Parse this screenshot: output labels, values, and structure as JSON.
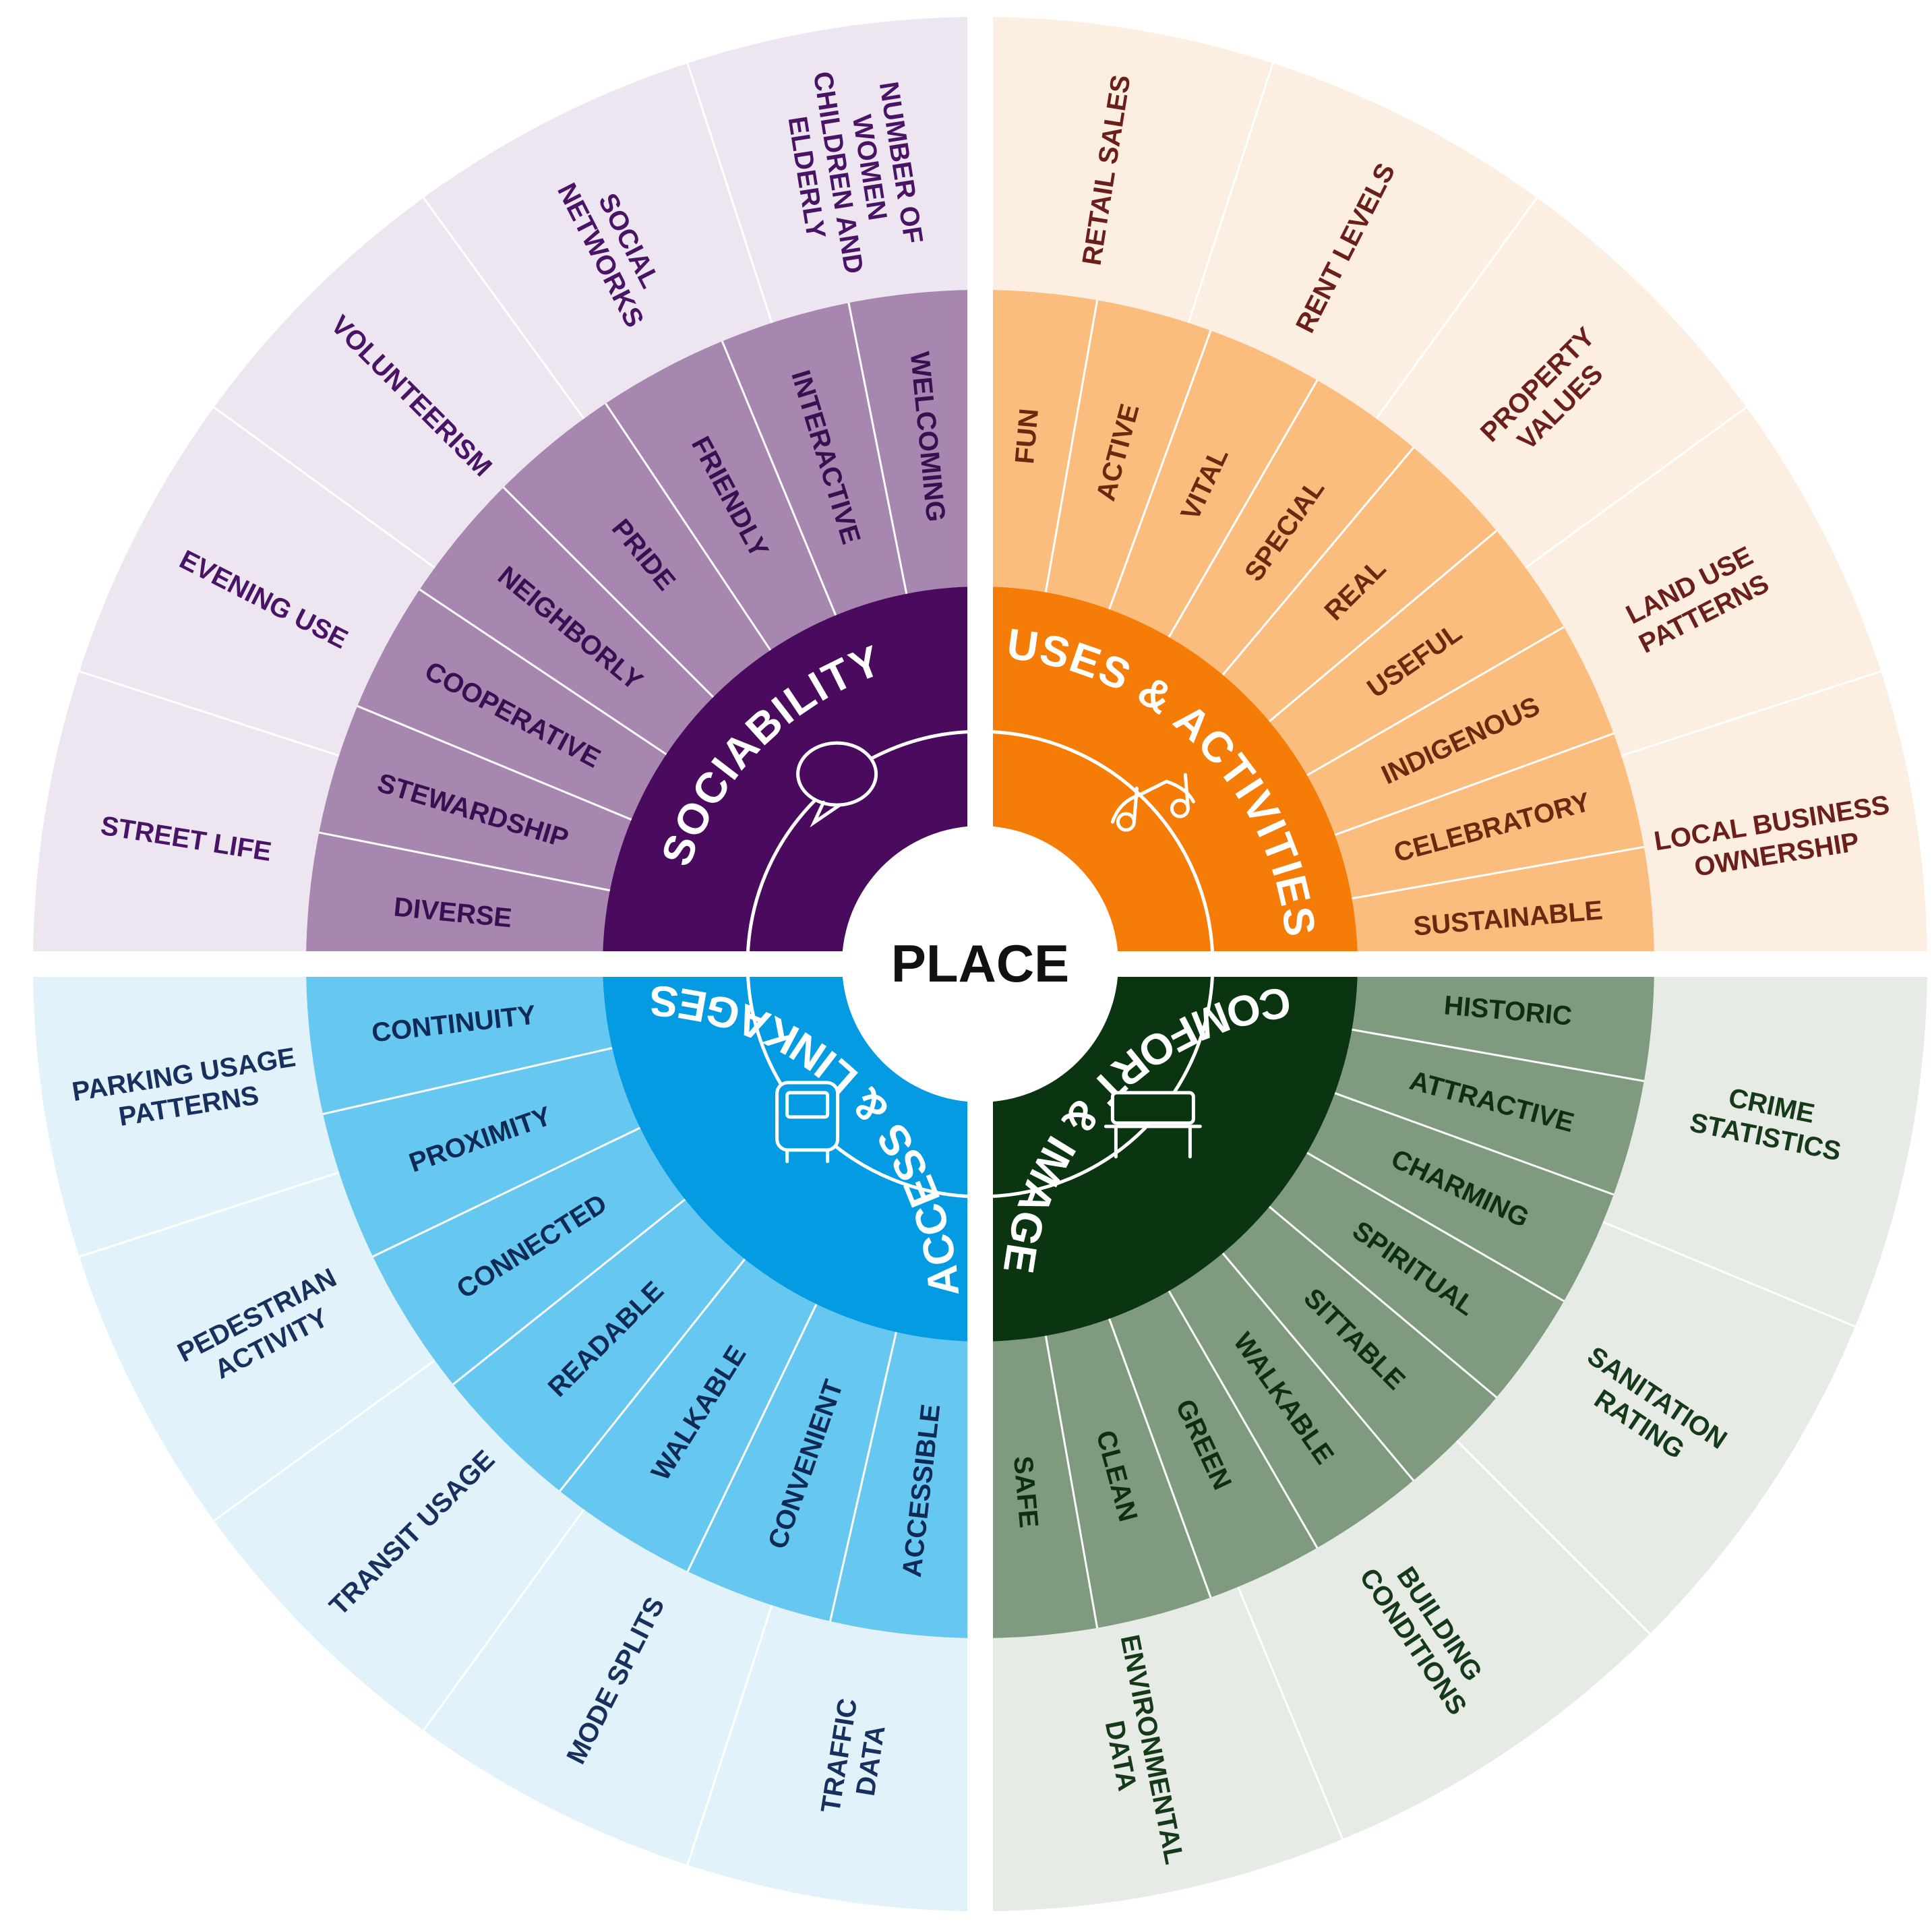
{
  "center": {
    "label": "PLACE"
  },
  "quadrants": [
    {
      "id": "sociability",
      "title": "SOCIABILITY",
      "icon": "speech-bubble-icon",
      "colors": {
        "core": "#4a0a5e",
        "mid": "#a786b0",
        "outer": "#ede6f1",
        "midText": "#3a0f52",
        "outerText": "#4a1466"
      },
      "attributes": [
        "WELCOMING",
        "INTERACTIVE",
        "FRIENDLY",
        "PRIDE",
        "NEIGHBORLY",
        "COOPERATIVE",
        "STEWARDSHIP",
        "DIVERSE"
      ],
      "measurements": [
        [
          "STREET LIFE"
        ],
        [
          "EVENING USE"
        ],
        [
          "VOLUNTEERISM"
        ],
        [
          "SOCIAL",
          "NETWORKS"
        ],
        [
          "NUMBER OF",
          "WOMEN",
          "CHILDREN AND",
          "ELDERLY"
        ]
      ]
    },
    {
      "id": "uses-activities",
      "title": "USES & ACTIVITIES",
      "icon": "music-notes-icon",
      "colors": {
        "core": "#f57c06",
        "mid": "#fbbd7e",
        "outer": "#fdeee2",
        "midText": "#6b2a10",
        "outerText": "#6b1f1a"
      },
      "attributes": [
        "FUN",
        "ACTIVE",
        "VITAL",
        "SPECIAL",
        "REAL",
        "USEFUL",
        "INDIGENOUS",
        "CELEBRATORY",
        "SUSTAINABLE"
      ],
      "measurements": [
        [
          "LOCAL BUSINESS",
          "OWNERSHIP"
        ],
        [
          "LAND USE",
          "PATTERNS"
        ],
        [
          "PROPERTY",
          "VALUES"
        ],
        [
          "RENT LEVELS"
        ],
        [
          "RETAIL SALES"
        ]
      ]
    },
    {
      "id": "comfort-image",
      "title": "COMFORT & IMAGE",
      "icon": "bench-icon",
      "colors": {
        "core": "#0b3511",
        "mid": "#7f9a7f",
        "outer": "#e6ebe6",
        "midText": "#0e2e12",
        "outerText": "#16391a"
      },
      "attributes": [
        "SAFE",
        "CLEAN",
        "GREEN",
        "WALKABLE",
        "SITTABLE",
        "SPIRITUAL",
        "CHARMING",
        "ATTRACTIVE",
        "HISTORIC"
      ],
      "measurements": [
        [
          "CRIME",
          "STATISTICS"
        ],
        [
          "SANITATION",
          "RATING"
        ],
        [
          "BUILDING",
          "CONDITIONS"
        ],
        [
          "ENVIRONMENTAL",
          "DATA"
        ]
      ]
    },
    {
      "id": "access-linkages",
      "title": "ACCESS & LINKAGES",
      "icon": "bus-icon",
      "colors": {
        "core": "#049be3",
        "mid": "#66c8f1",
        "outer": "#e2f2fb",
        "midText": "#0e2a55",
        "outerText": "#17305e"
      },
      "attributes": [
        "ACCESSIBLE",
        "CONVENIENT",
        "WALKABLE",
        "READABLE",
        "CONNECTED",
        "PROXIMITY",
        "CONTINUITY"
      ],
      "measurements": [
        [
          "PARKING USAGE",
          "PATTERNS"
        ],
        [
          "PEDESTRIAN",
          "ACTIVITY"
        ],
        [
          "TRANSIT USAGE"
        ],
        [
          "MODE SPLITS"
        ],
        [
          "TRAFFIC",
          "DATA"
        ]
      ]
    }
  ]
}
